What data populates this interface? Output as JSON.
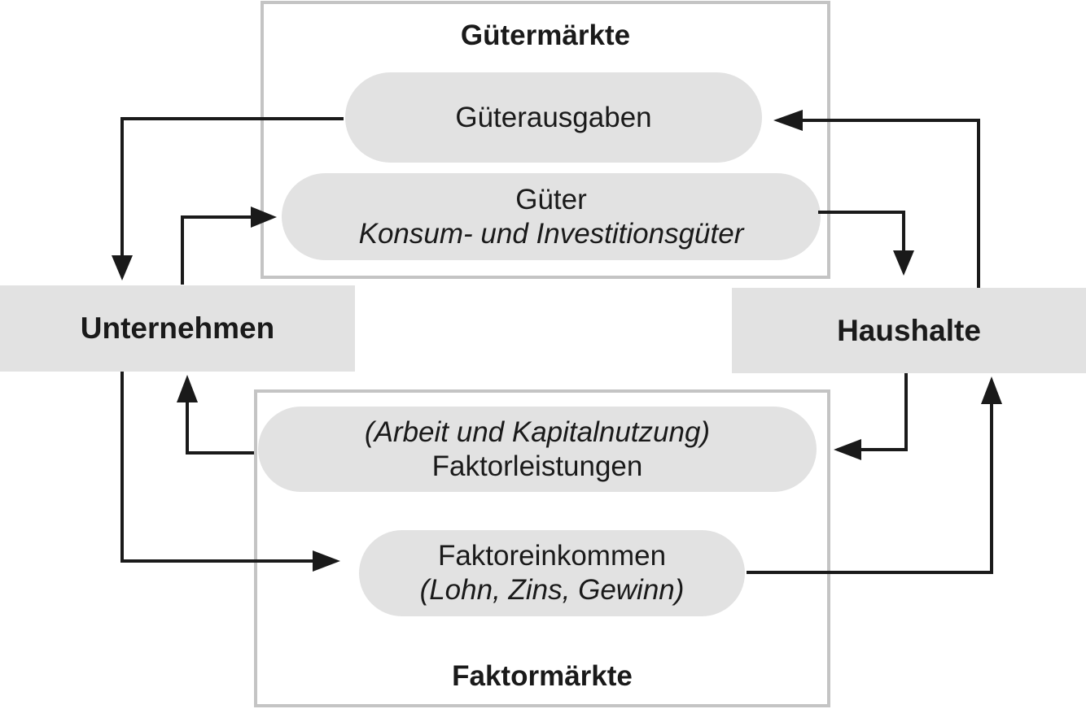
{
  "markets": {
    "goods": {
      "title": "Gütermärkte"
    },
    "factor": {
      "title": "Faktormärkte"
    }
  },
  "agents": {
    "firms": {
      "label": "Unternehmen"
    },
    "households": {
      "label": "Haushalte"
    }
  },
  "flows": {
    "expenditure": {
      "label": "Güterausgaben"
    },
    "goods": {
      "label": "Güter",
      "detail": "Konsum- und Investitionsgüter"
    },
    "services": {
      "detail": "(Arbeit und Kapitalnutzung)",
      "label": "Faktorleistungen"
    },
    "income": {
      "label": "Faktoreinkommen",
      "detail": "(Lohn, Zins, Gewinn)"
    }
  },
  "colors": {
    "frame": "#c4c4c4",
    "fill": "#e2e2e2",
    "arrow": "#1a1a1a"
  }
}
